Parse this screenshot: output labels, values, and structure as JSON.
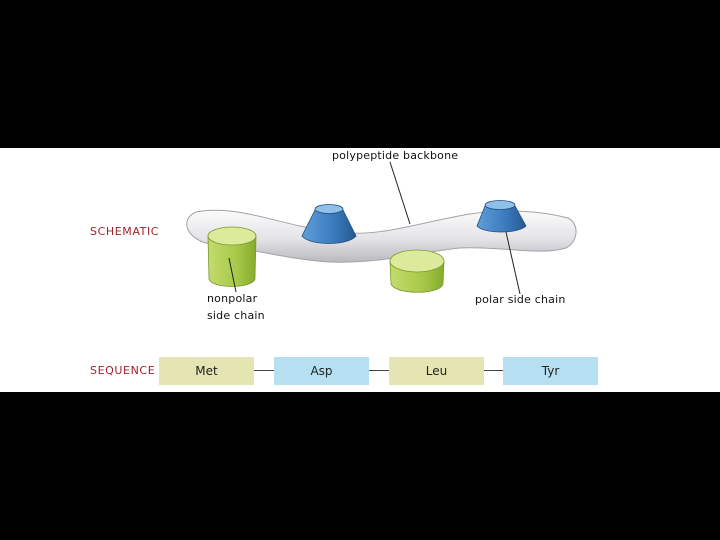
{
  "labels": {
    "backbone": "polypeptide backbone",
    "schematic": "SCHEMATIC",
    "nonpolar_line1": "nonpolar",
    "nonpolar_line2": "side chain",
    "polar": "polar side chain",
    "sequence": "SEQUENCE"
  },
  "sequence": [
    {
      "name": "Met",
      "type": "nonpolar"
    },
    {
      "name": "Asp",
      "type": "polar"
    },
    {
      "name": "Leu",
      "type": "nonpolar"
    },
    {
      "name": "Tyr",
      "type": "polar"
    }
  ],
  "colors": {
    "nonpolar_box": "#e5e5b4",
    "polar_box": "#b6dff2",
    "label_red": "#a2222b",
    "nonpolar_cylinder": "#b5cf59",
    "polar_cylinder": "#3f80bf",
    "backbone": "#e6e6e8"
  }
}
